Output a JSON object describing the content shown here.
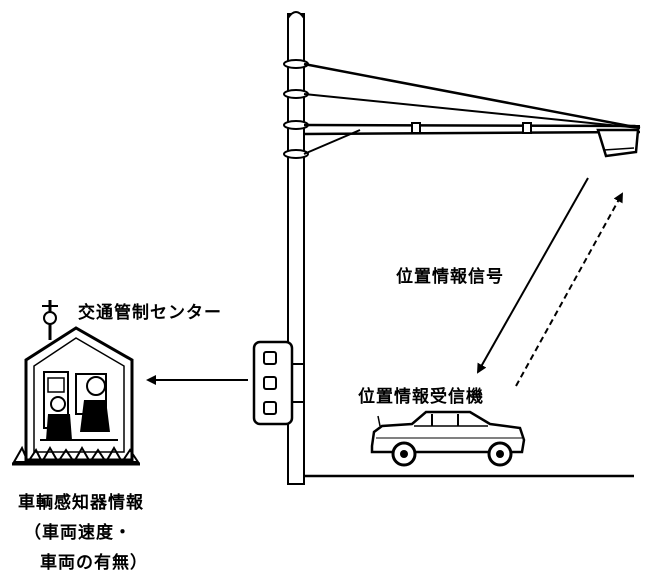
{
  "labels": {
    "position_signal": "位置情報信号",
    "receiver": "位置情報受信機",
    "traffic_center": "交通管制センター",
    "detector_info_line1": "車輌感知器情報",
    "detector_info_line2": "（車両速度・",
    "detector_info_line3": "車両の有無）"
  },
  "colors": {
    "ink": "#000000",
    "paper": "#ffffff"
  },
  "icons": {
    "pole": "utility-pole",
    "beacon": "roadside-beacon",
    "detector": "vehicle-detector-box",
    "center": "traffic-control-center-building",
    "car": "sedan-car"
  }
}
